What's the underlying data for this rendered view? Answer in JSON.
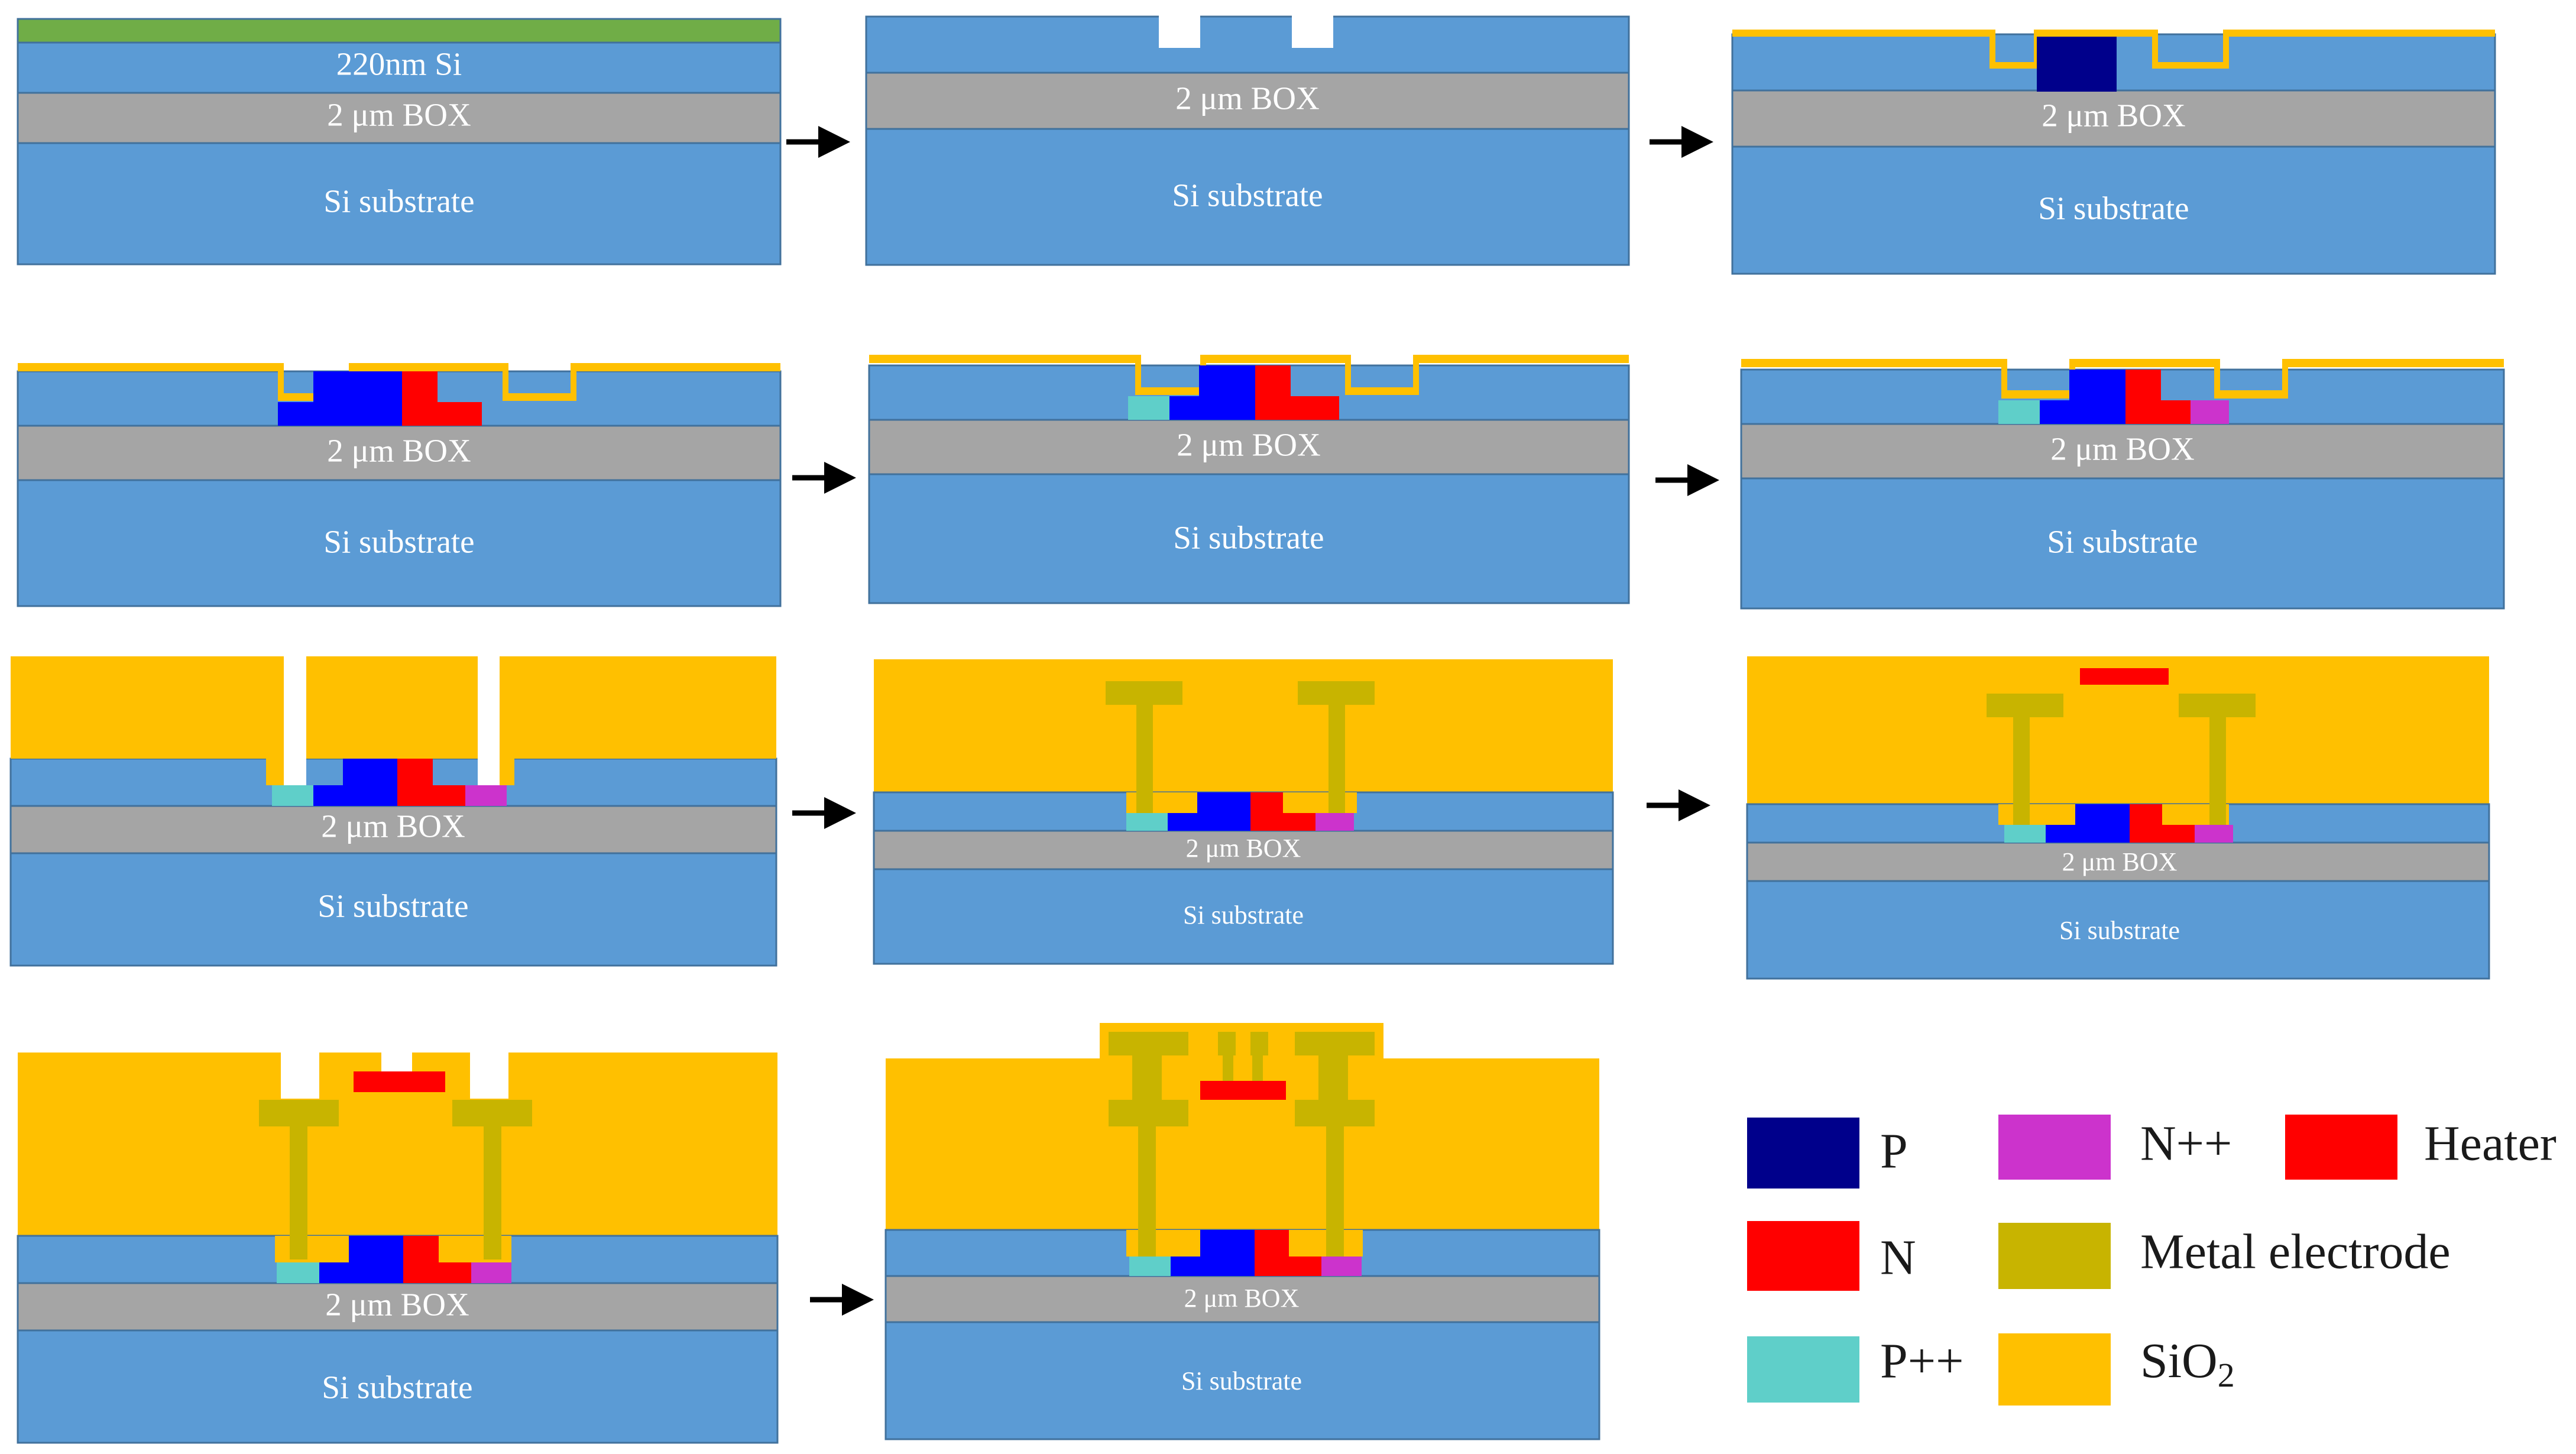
{
  "colors": {
    "si": "#5b9bd5",
    "box": "#a5a5a5",
    "sio2": "#ffc000",
    "p": "#00008b",
    "n": "#ff0000",
    "pplus": "#5fcfc9",
    "nplus": "#cc33cc",
    "heater": "#ff0000",
    "metal": "#c8b400",
    "photoresist": "#70ad47",
    "outline": "#41719c"
  },
  "labels": {
    "si_top": "220nm Si",
    "box": "2 μm BOX",
    "substrate": "Si substrate"
  },
  "legend": [
    {
      "key": "p",
      "label": "P"
    },
    {
      "key": "nplus",
      "label": "N++"
    },
    {
      "key": "heater",
      "label": "Heater"
    },
    {
      "key": "n",
      "label": "N"
    },
    {
      "key": "metal",
      "label": "Metal electrode"
    },
    {
      "key": "pplus",
      "label": "P++"
    },
    {
      "key": "sio2",
      "label": "SiO",
      "subscript": "2"
    }
  ]
}
